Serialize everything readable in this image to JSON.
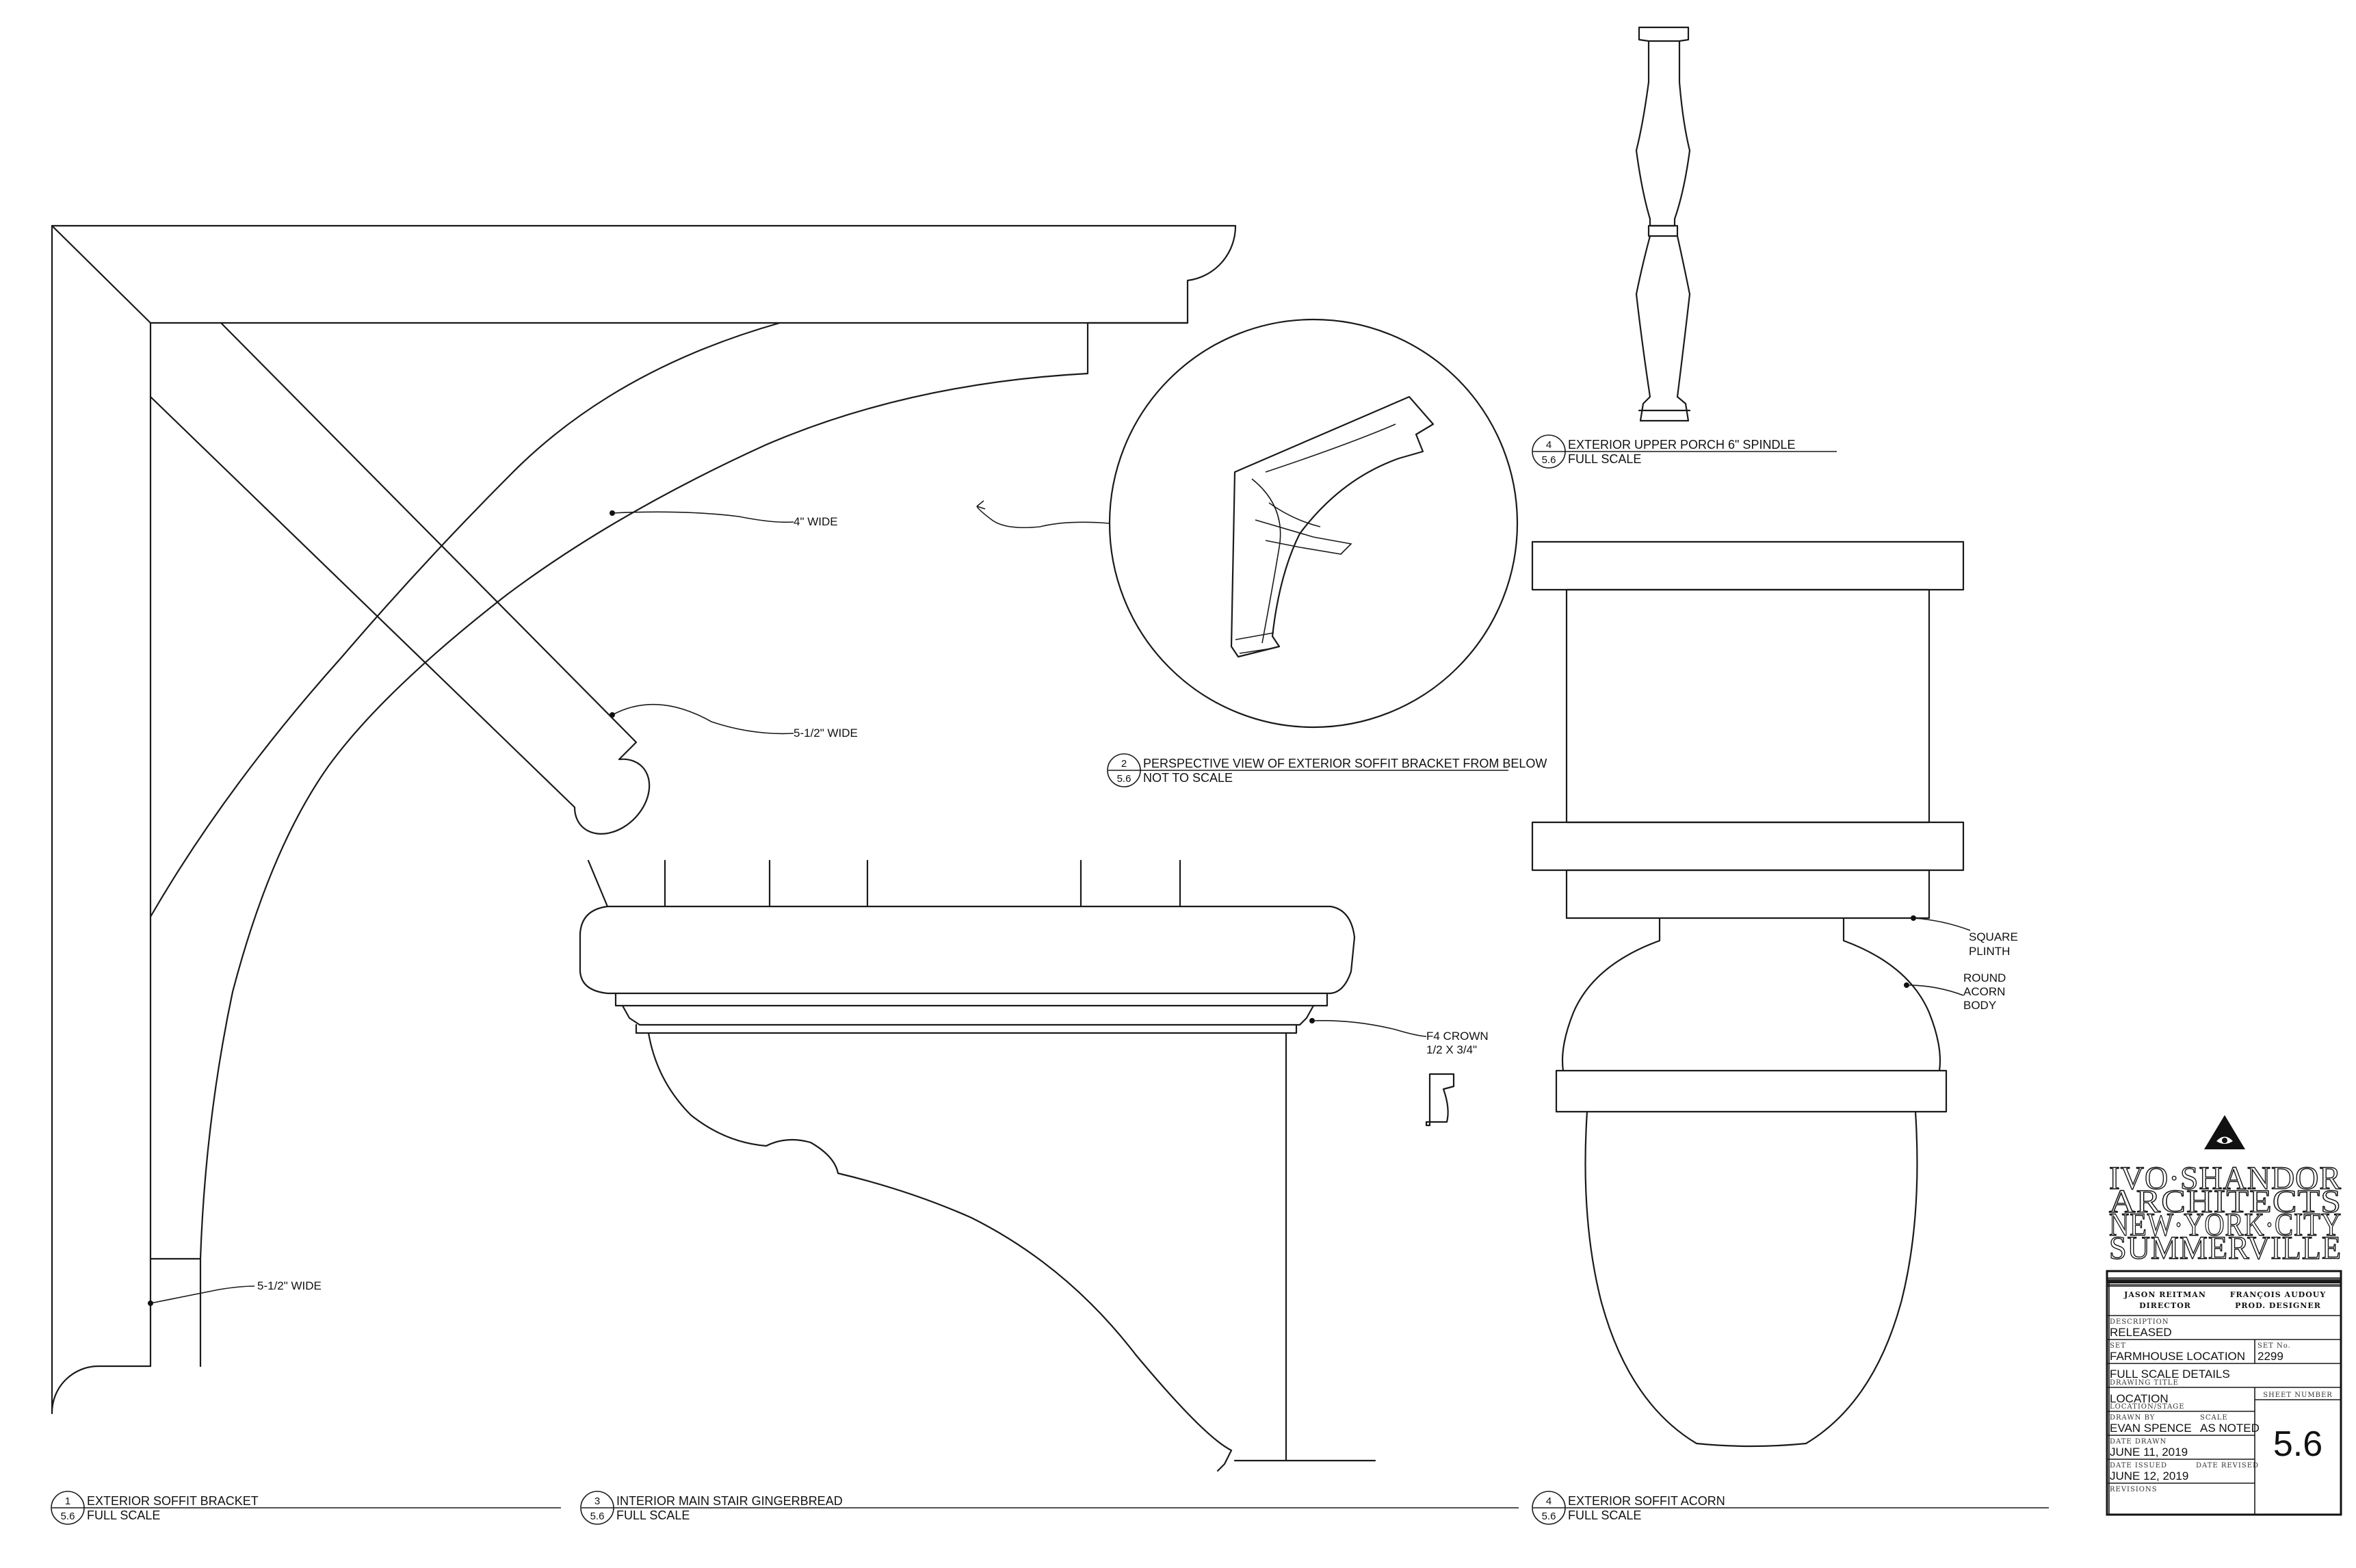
{
  "details": [
    {
      "num": "1",
      "sheet": "5.6",
      "title": "EXTERIOR SOFFIT BRACKET",
      "scale": "FULL SCALE"
    },
    {
      "num": "2",
      "sheet": "5.6",
      "title": "PERSPECTIVE VIEW OF EXTERIOR SOFFIT BRACKET FROM BELOW",
      "scale": "NOT TO SCALE"
    },
    {
      "num": "3",
      "sheet": "5.6",
      "title": "INTERIOR MAIN STAIR GINGERBREAD",
      "scale": "FULL SCALE"
    },
    {
      "num": "4",
      "sheet": "5.6",
      "title": "EXTERIOR UPPER PORCH 6\" SPINDLE",
      "scale": "FULL SCALE"
    },
    {
      "num": "4",
      "sheet": "5.6",
      "title": "EXTERIOR SOFFIT ACORN",
      "scale": "FULL SCALE"
    }
  ],
  "notes": {
    "wide_4": "4\" WIDE",
    "wide_5a": "5-1/2\" WIDE",
    "wide_5b": "5-1/2\" WIDE",
    "crown_1": "F4 CROWN",
    "crown_2": "1/2 X 3/4\"",
    "plinth_1": "SQUARE",
    "plinth_2": "PLINTH",
    "acorn_1": "ROUND",
    "acorn_2": "ACORN",
    "acorn_3": "BODY"
  },
  "firm": {
    "lines": [
      "IVO·SHANDOR",
      "ARCHITECTS",
      "NEW·YORK·CITY",
      "SUMMERVILLE"
    ],
    "logo": "triangle-eye-icon"
  },
  "title_block": {
    "person1_name": "JASON REITMAN",
    "person1_role": "DIRECTOR",
    "person2_name": "FRANÇOIS AUDOUY",
    "person2_role": "PROD. DESIGNER",
    "description_label": "DESCRIPTION",
    "description": "RELEASED",
    "set_label": "SET",
    "set": "FARMHOUSE LOCATION",
    "set_no_label": "SET No.",
    "set_no": "2299",
    "drawing_title_label": "DRAWING TITLE",
    "drawing_title": "FULL SCALE DETAILS",
    "location_label": "LOCATION/STAGE",
    "location": "LOCATION",
    "drawn_by_label": "DRAWN BY",
    "drawn_by": "EVAN SPENCE",
    "scale_label": "SCALE",
    "scale": "AS NOTED",
    "sheet_number_label": "SHEET NUMBER",
    "sheet_number": "5.6",
    "date_drawn_label": "DATE DRAWN",
    "date_drawn": "JUNE 11, 2019",
    "date_issued_label": "DATE ISSUED",
    "date_issued": "JUNE 12, 2019",
    "date_revised_label": "DATE REVISED",
    "revisions_label": "REVISIONS"
  }
}
